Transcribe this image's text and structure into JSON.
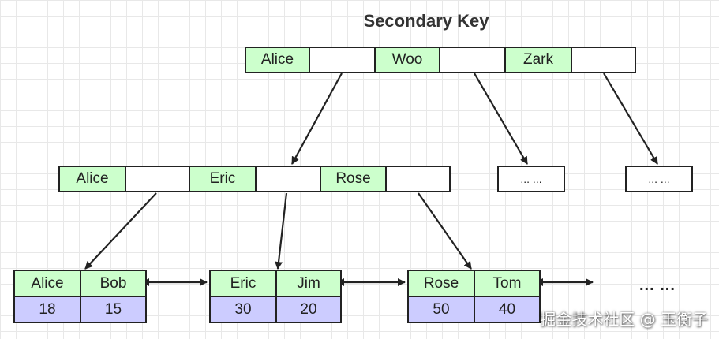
{
  "title": "Secondary Key",
  "root": {
    "keys": [
      "Alice",
      "Woo",
      "Zark"
    ]
  },
  "level2": {
    "keys": [
      "Alice",
      "Eric",
      "Rose"
    ],
    "placeholder_left": "... ...",
    "placeholder_right": "... ..."
  },
  "leaves": [
    {
      "keys": [
        "Alice",
        "Bob"
      ],
      "values": [
        "18",
        "15"
      ]
    },
    {
      "keys": [
        "Eric",
        "Jim"
      ],
      "values": [
        "30",
        "20"
      ]
    },
    {
      "keys": [
        "Rose",
        "Tom"
      ],
      "values": [
        "50",
        "40"
      ]
    }
  ],
  "trailing_ellipsis": "... ...",
  "watermark": "掘金技术社区 @ 玉衡子",
  "colors": {
    "key_fill": "#ccffcc",
    "value_fill": "#ccccff",
    "border": "#222222",
    "grid": "#e8e8e8"
  }
}
